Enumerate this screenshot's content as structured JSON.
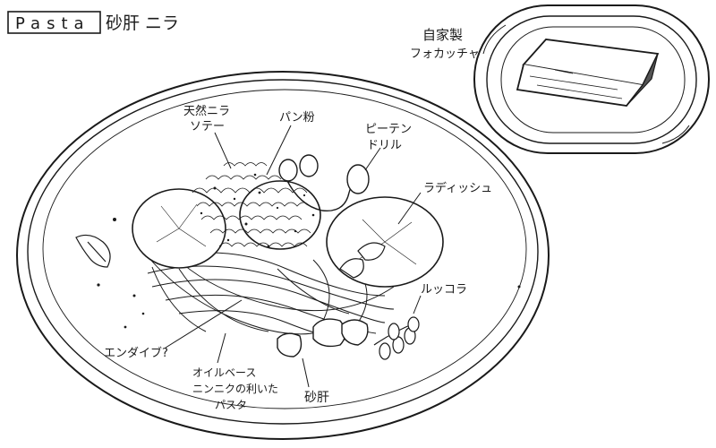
{
  "title": {
    "box_text": "Pasta",
    "dish_name": "砂肝 ニラ"
  },
  "side_dish": {
    "label_line1": "自家製",
    "label_line2": "フォカッチャ"
  },
  "annotations": {
    "nira_line1": "天然ニラ",
    "nira_line2": "ソテー",
    "panko": "パン粉",
    "pea_line1": "ピーテン",
    "pea_line2": "ドリル",
    "radish": "ラディッシュ",
    "rucola": "ルッコラ",
    "endive": "エンダイブ?",
    "pasta_line1": "オイルベース",
    "pasta_line2": "ニンニクの利いた",
    "pasta_line3": "パスタ",
    "gizzard": "砂肝"
  },
  "colors": {
    "ink": "#1a1a1a",
    "paper": "#ffffff"
  }
}
